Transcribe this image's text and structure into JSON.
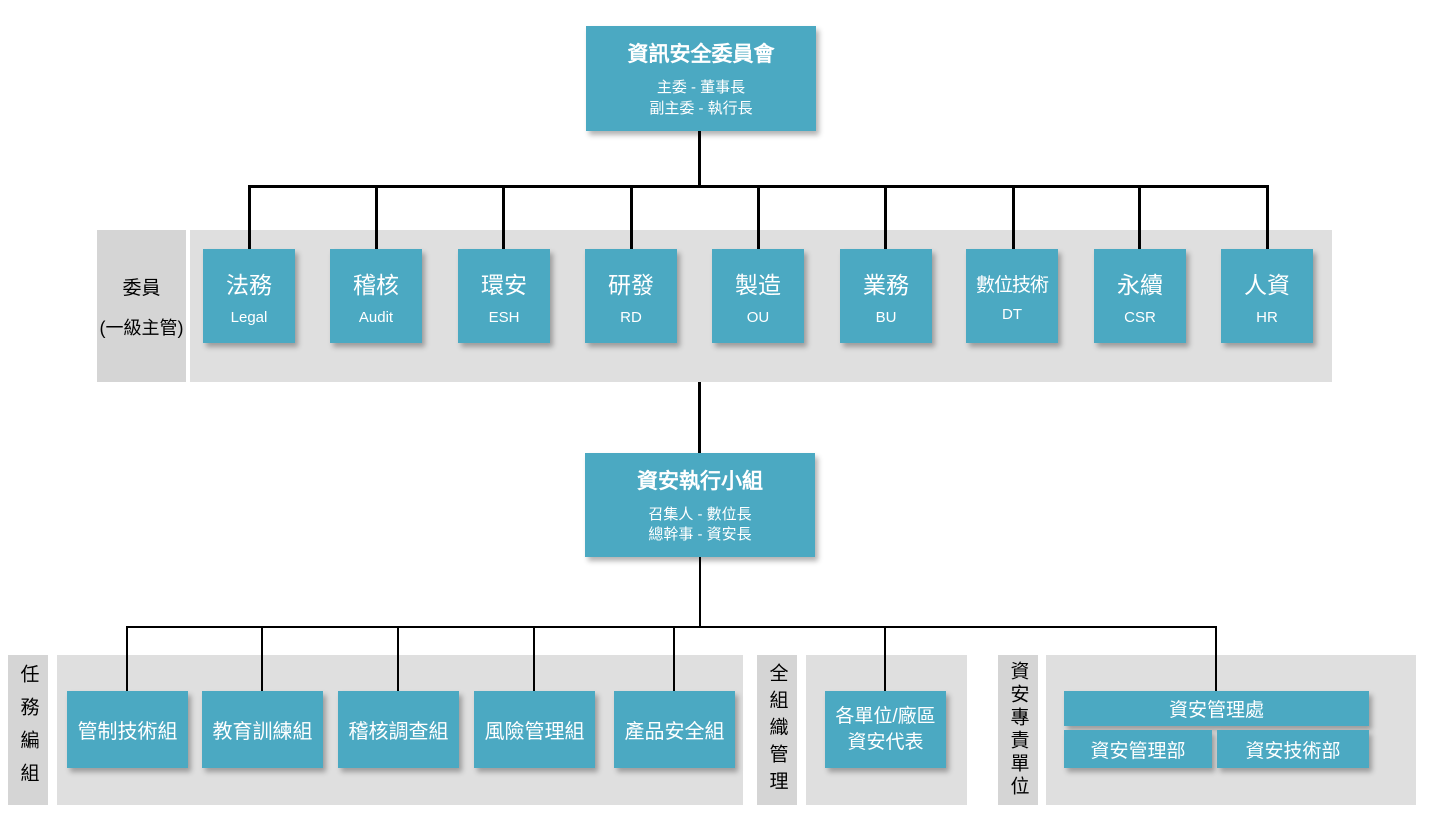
{
  "root_box": {
    "title": "資訊安全委員會",
    "line1": "主委 - 董事長",
    "line2": "副主委 - 執行長"
  },
  "committee_row": {
    "label_line1": "委員",
    "label_line2": "(一級主管)",
    "members": [
      {
        "title": "法務",
        "subtitle": "Legal"
      },
      {
        "title": "稽核",
        "subtitle": "Audit"
      },
      {
        "title": "環安",
        "subtitle": "ESH"
      },
      {
        "title": "研發",
        "subtitle": "RD"
      },
      {
        "title": "製造",
        "subtitle": "OU"
      },
      {
        "title": "業務",
        "subtitle": "BU"
      },
      {
        "title": "數位技術",
        "subtitle": "DT"
      },
      {
        "title": "永續",
        "subtitle": "CSR"
      },
      {
        "title": "人資",
        "subtitle": "HR"
      }
    ]
  },
  "executive_box": {
    "title": "資安執行小組",
    "line1": "召集人 - 數位長",
    "line2": "總幹事 - 資安長"
  },
  "bottom": {
    "task_groups": {
      "label": "任務編組",
      "items": [
        "管制技術組",
        "教育訓練組",
        "稽核調查組",
        "風險管理組",
        "產品安全組"
      ]
    },
    "org_wide": {
      "label": "全組織管理",
      "box_line1": "各單位/廠區",
      "box_line2": "資安代表"
    },
    "dedicated": {
      "label": "資安專責單位",
      "division": "資安管理處",
      "dept1": "資安管理部",
      "dept2": "資安技術部"
    }
  },
  "colors": {
    "box_teal": "#4ba9c2",
    "band_gray": "#dfdfdf",
    "label_gray": "#d5d5d5",
    "connector": "#000000",
    "text_on_teal": "#ffffff"
  }
}
